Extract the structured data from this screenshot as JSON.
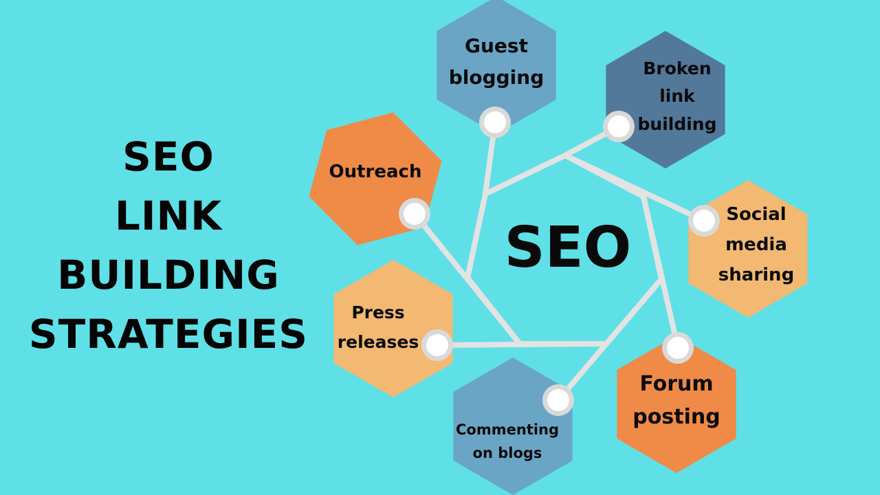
{
  "title": {
    "lines": [
      "SEO",
      "LINK",
      "BUILDING",
      "STRATEGIES"
    ]
  },
  "center_label": "SEO",
  "colors": {
    "background": "#5ee0e6",
    "connector": "#e3e3e3",
    "orange": "#f08a47",
    "peach": "#f3b872",
    "steel_blue": "#6aa5c6",
    "dark_blue": "#52789a"
  },
  "strategies": [
    {
      "id": "guest-blogging",
      "lines": [
        "Guest",
        "blogging"
      ],
      "color": "steel_blue"
    },
    {
      "id": "broken-link-building",
      "lines": [
        "Broken",
        "link",
        "building"
      ],
      "color": "dark_blue"
    },
    {
      "id": "social-media-sharing",
      "lines": [
        "Social",
        "media",
        "sharing"
      ],
      "color": "peach"
    },
    {
      "id": "forum-posting",
      "lines": [
        "Forum",
        "posting"
      ],
      "color": "orange"
    },
    {
      "id": "commenting-on-blogs",
      "lines": [
        "Commenting",
        "on blogs"
      ],
      "color": "steel_blue"
    },
    {
      "id": "press-releases",
      "lines": [
        "Press",
        "releases"
      ],
      "color": "peach"
    },
    {
      "id": "outreach",
      "lines": [
        "Outreach"
      ],
      "color": "orange"
    }
  ]
}
